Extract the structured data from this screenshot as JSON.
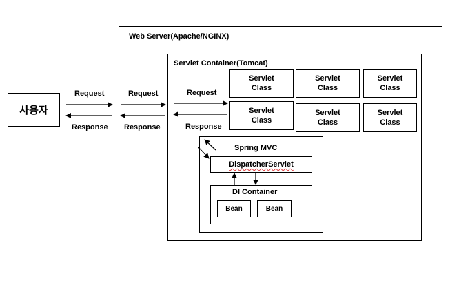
{
  "user": {
    "label": "사용자"
  },
  "links": {
    "user_to_web": {
      "request": "Request",
      "response": "Response"
    },
    "web_to_container": {
      "request": "Request",
      "response": "Response"
    },
    "container_to_servlet": {
      "request": "Request",
      "response": "Response"
    }
  },
  "web_server": {
    "title": "Web Server(Apache/NGINX)"
  },
  "servlet_container": {
    "title": "Servlet Container(Tomcat)",
    "servlets": [
      {
        "line1": "Servlet",
        "line2": "Class"
      },
      {
        "line1": "Servlet",
        "line2": "Class"
      },
      {
        "line1": "Servlet",
        "line2": "Class"
      },
      {
        "line1": "Servlet",
        "line2": "Class"
      },
      {
        "line1": "Servlet",
        "line2": "Class"
      },
      {
        "line1": "Servlet",
        "line2": "Class"
      }
    ]
  },
  "spring_mvc": {
    "title": "Spring MVC",
    "dispatcher": "DispatcherServlet",
    "di_container": {
      "title": "DI Container",
      "beans": [
        "Bean",
        "Bean"
      ]
    }
  }
}
